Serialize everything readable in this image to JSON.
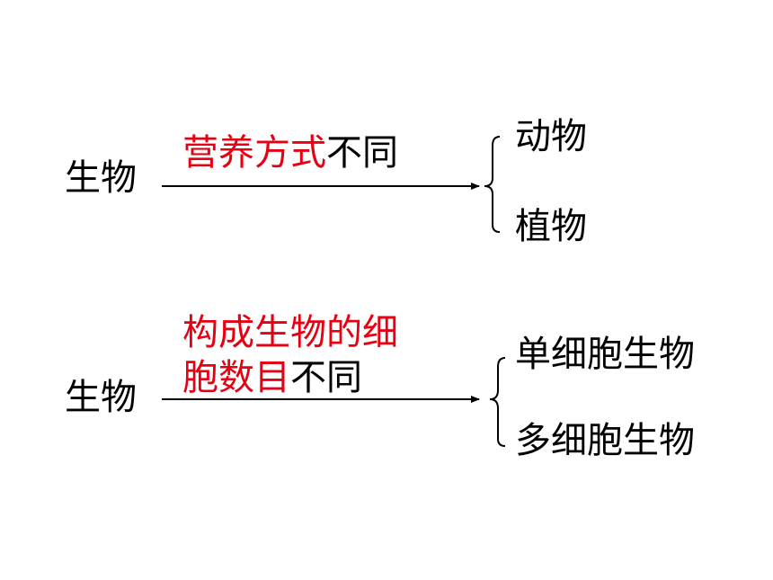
{
  "colors": {
    "text": "#000000",
    "highlight": "#e60012",
    "line": "#000000"
  },
  "diagram1": {
    "subject": "生物",
    "criterion_red": "营养方式",
    "criterion_black": "不同",
    "results": [
      "动物",
      "植物"
    ]
  },
  "diagram2": {
    "subject": "生物",
    "criterion_red_line1": "构成生物的细",
    "criterion_red_line2": "胞数目",
    "criterion_black": "不同",
    "results": [
      "单细胞生物",
      "多细胞生物"
    ]
  }
}
